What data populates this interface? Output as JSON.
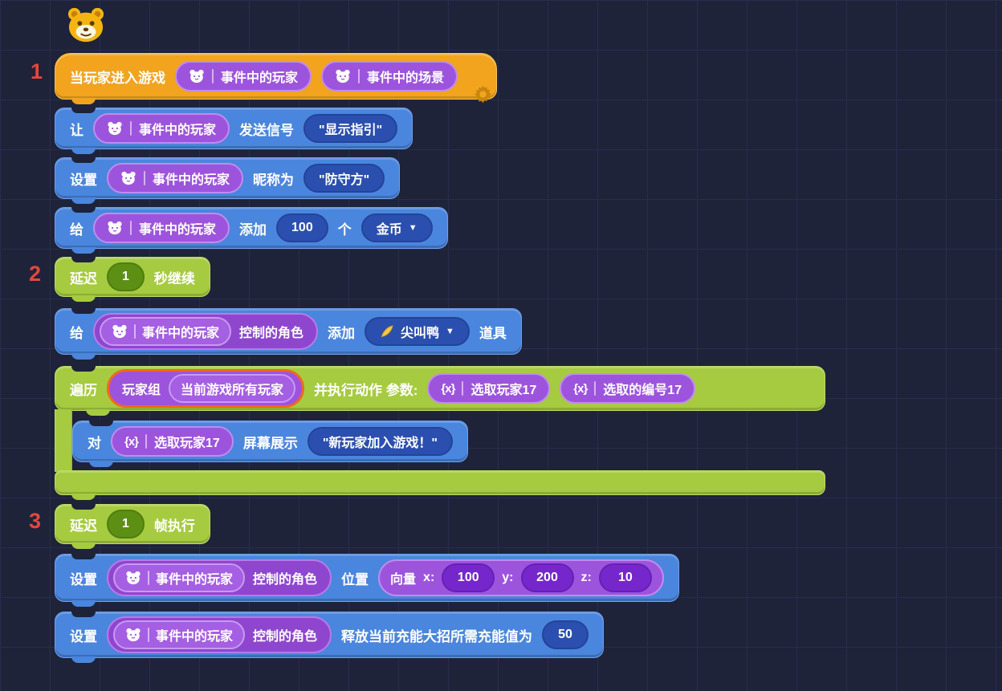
{
  "palette": {
    "canvas_bg": "#1e2339",
    "grid_line": "#272e4d",
    "block_blue": "#4a86dd",
    "block_green": "#a6cb40",
    "block_orange": "#f2a41f",
    "pill_purple": "#9d54dd",
    "pill_border": "#c08cee",
    "oval_dark_blue": "#2b4fae",
    "oval_dark_green": "#5d8f15",
    "oval_dark_purple": "#7527cc",
    "group_highlight_orange": "#f0681c",
    "marker_red": "#e4473c"
  },
  "markers": [
    "1",
    "2",
    "3"
  ],
  "icons": {
    "variable": "{x}",
    "caret": "▼"
  },
  "blocks": {
    "hat": {
      "label": "当玩家进入游戏",
      "player": "事件中的玩家",
      "scene": "事件中的场景"
    },
    "signal": {
      "verb": "让",
      "player": "事件中的玩家",
      "action": "发送信号",
      "value": "\"显示指引\""
    },
    "nickname": {
      "verb": "设置",
      "player": "事件中的玩家",
      "action": "昵称为",
      "value": "\"防守方\""
    },
    "coins": {
      "verb": "给",
      "player": "事件中的玩家",
      "action": "添加",
      "amount": "100",
      "unit": "个",
      "item": "金币"
    },
    "delay_seconds": {
      "verb": "延迟",
      "amount": "1",
      "suffix": "秒继续"
    },
    "add_item": {
      "verb": "给",
      "player": "事件中的玩家",
      "role": "控制的角色",
      "action": "添加",
      "item": "尖叫鸭",
      "suffix": "道具"
    },
    "foreach": {
      "verb": "遍历",
      "group": "玩家组",
      "group_value": "当前游戏所有玩家",
      "mid": "并执行动作 参数:",
      "param1": "选取玩家17",
      "param2": "选取的编号17"
    },
    "display": {
      "verb": "对",
      "param": "选取玩家17",
      "action": "屏幕展示",
      "value": "\"新玩家加入游戏！\""
    },
    "delay_frame": {
      "verb": "延迟",
      "amount": "1",
      "suffix": "帧执行"
    },
    "set_position": {
      "verb": "设置",
      "player": "事件中的玩家",
      "role": "控制的角色",
      "action": "位置",
      "vector_label": "向量",
      "x_label": "x:",
      "x": "100",
      "y_label": "y:",
      "y": "200",
      "z_label": "z:",
      "z": "10"
    },
    "set_ultimate": {
      "verb": "设置",
      "player": "事件中的玩家",
      "role": "控制的角色",
      "action": "释放当前充能大招所需充能值为",
      "value": "50"
    }
  }
}
